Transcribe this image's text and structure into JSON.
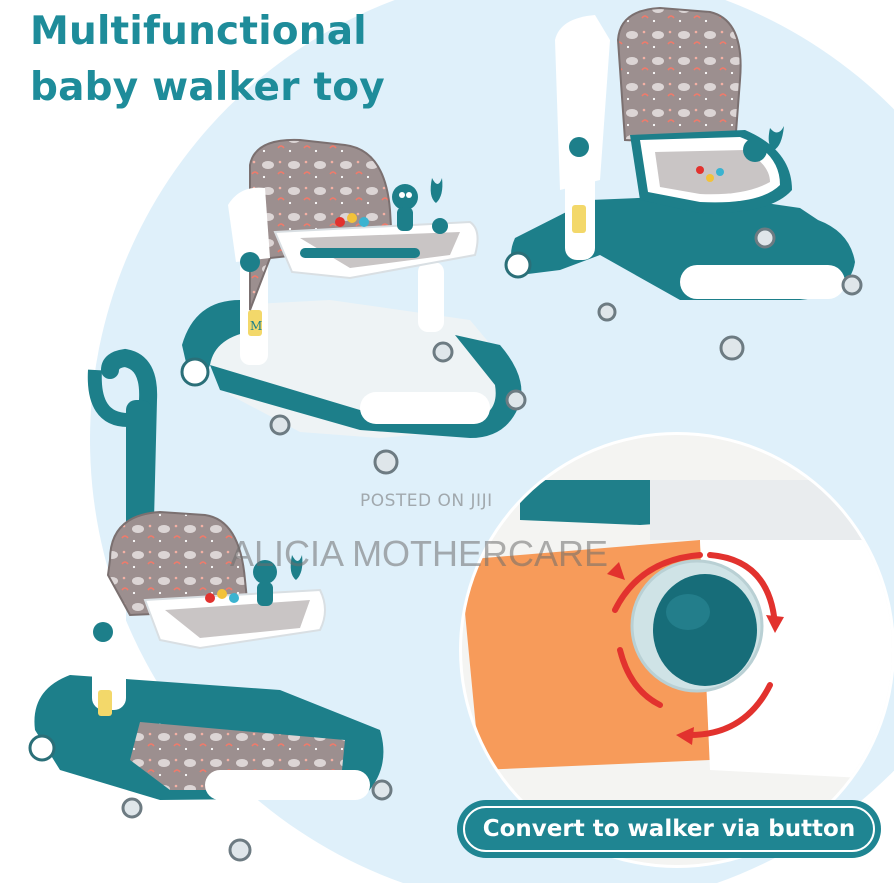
{
  "headline": {
    "line1": "Multifunctional",
    "line2": "baby walker toy"
  },
  "watermark": {
    "posted": "POSTED ON JIJI",
    "store": "ALICIA MOTHERCARE"
  },
  "caption": "Convert to walker via button",
  "seat_badge_letter": "M",
  "colors": {
    "brand_teal": "#1e8c9a",
    "frame_teal": "#1d7f8a",
    "background_circle": "#dff0fa",
    "seat_fabric": "#9c8f8f",
    "accent_red": "#e2322e",
    "orange_panel": "#f79b5a"
  }
}
